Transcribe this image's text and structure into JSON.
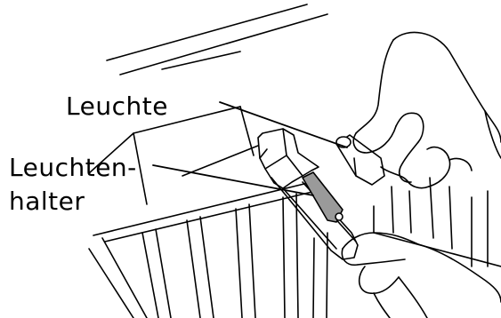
{
  "labels": {
    "lamp": "Leuchte",
    "lamp_holder_line1": "Leuchten-",
    "lamp_holder_line2": "halter"
  },
  "colors": {
    "line": "#000000",
    "fill": "#ffffff",
    "shade": "#9a9a9a"
  }
}
